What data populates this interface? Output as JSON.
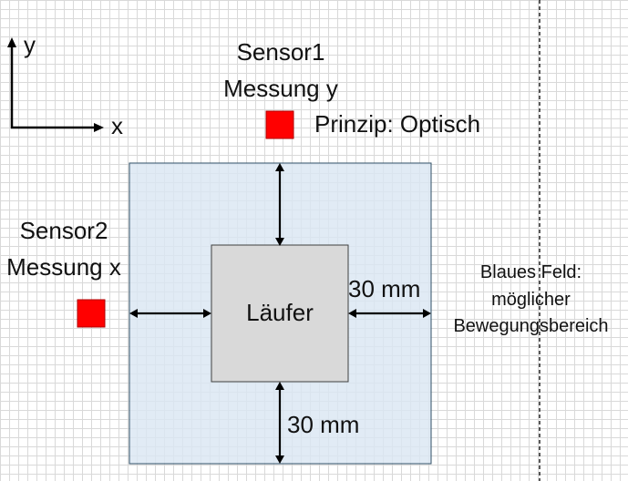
{
  "axes": {
    "y_label": "y",
    "x_label": "x"
  },
  "sensor1": {
    "name": "Sensor1",
    "measure": "Messung y",
    "principle": "Prinzip: Optisch"
  },
  "sensor2": {
    "name": "Sensor2",
    "measure": "Messung x"
  },
  "runner": {
    "label": "Läufer"
  },
  "distance_x": "30 mm",
  "distance_y": "30 mm",
  "note": {
    "line1": "Blaues Feld:",
    "line2": "möglicher",
    "line3": "Bewegungsbereich"
  },
  "colors": {
    "motion_field": "#dae6f3",
    "runner_fill": "#d9d9d9",
    "sensor": "#ff0000",
    "arrow": "#000000"
  }
}
